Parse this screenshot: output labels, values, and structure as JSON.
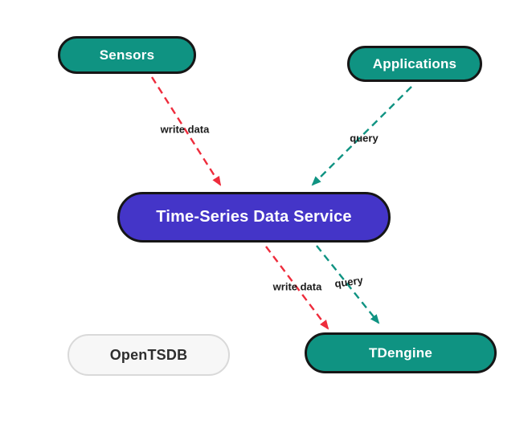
{
  "diagram": {
    "background_color": "#ffffff",
    "nodes": [
      {
        "id": "sensors",
        "label": "Sensors",
        "fill": "#0f9382",
        "border_color": "#161616",
        "text_color": "#ffffff"
      },
      {
        "id": "applications",
        "label": "Applications",
        "fill": "#0f9382",
        "border_color": "#161616",
        "text_color": "#ffffff"
      },
      {
        "id": "time-series-data-service",
        "label": "Time-Series Data Service",
        "fill": "#4435c8",
        "border_color": "#161616",
        "text_color": "#ffffff"
      },
      {
        "id": "opentsdb",
        "label": "OpenTSDB",
        "fill": "#f7f7f7",
        "border_color": "#d9d9d9",
        "text_color": "#2e2e2e"
      },
      {
        "id": "tdengine",
        "label": "TDengine",
        "fill": "#0f9382",
        "border_color": "#161616",
        "text_color": "#ffffff"
      }
    ],
    "edges": [
      {
        "from": "sensors",
        "to": "time-series-data-service",
        "label": "write data",
        "color": "#ee2c3c",
        "style": "dashed"
      },
      {
        "from": "applications",
        "to": "time-series-data-service",
        "label": "query",
        "color": "#0f9382",
        "style": "dashed"
      },
      {
        "from": "time-series-data-service",
        "to": "tdengine",
        "label": "write data",
        "color": "#ee2c3c",
        "style": "dashed"
      },
      {
        "from": "time-series-data-service",
        "to": "tdengine",
        "label": "query",
        "color": "#0f9382",
        "style": "dashed"
      }
    ]
  }
}
